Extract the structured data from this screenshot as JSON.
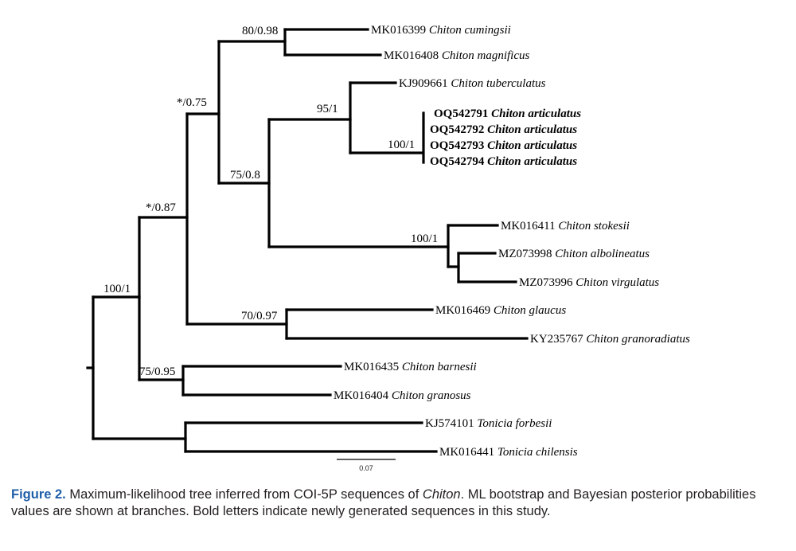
{
  "tree": {
    "supports": {
      "root": "100/1",
      "n1": "*/0.87",
      "n2": "*/0.75",
      "magn": "80/0.98",
      "n4": "75/0.8",
      "tub": "95/1",
      "artic": "100/1",
      "stok": "100/1",
      "glauc": "70/0.97",
      "barn": "75/0.95"
    },
    "tips": [
      {
        "acc": "MK016399",
        "name": "Chiton cumingsii",
        "bold": false
      },
      {
        "acc": "MK016408",
        "name": "Chiton magnificus",
        "bold": false
      },
      {
        "acc": "KJ909661",
        "name": "Chiton tuberculatus",
        "bold": false
      },
      {
        "acc": "OQ542791",
        "name": "Chiton articulatus",
        "bold": true
      },
      {
        "acc": "OQ542792",
        "name": "Chiton articulatus",
        "bold": true
      },
      {
        "acc": "OQ542793",
        "name": "Chiton articulatus",
        "bold": true
      },
      {
        "acc": "OQ542794",
        "name": "Chiton articulatus",
        "bold": true
      },
      {
        "acc": "MK016411",
        "name": "Chiton stokesii",
        "bold": false
      },
      {
        "acc": "MZ073998",
        "name": "Chiton albolineatus",
        "bold": false
      },
      {
        "acc": "MZ073996",
        "name": "Chiton virgulatus",
        "bold": false
      },
      {
        "acc": "MK016469",
        "name": "Chiton glaucus",
        "bold": false
      },
      {
        "acc": "KY235767",
        "name": "Chiton granoradiatus",
        "bold": false
      },
      {
        "acc": "MK016435",
        "name": "Chiton barnesii",
        "bold": false
      },
      {
        "acc": "MK016404",
        "name": "Chiton granosus",
        "bold": false
      },
      {
        "acc": "KJ574101",
        "name": "Tonicia forbesii",
        "bold": false
      },
      {
        "acc": "MK016441",
        "name": "Tonicia chilensis",
        "bold": false
      }
    ],
    "scale_label": "0.07"
  },
  "caption": {
    "label": "Figure 2.",
    "text_before": " Maximum-likelihood tree inferred from COI-5P sequences of ",
    "italic": "Chiton",
    "text_after": ". ML bootstrap and Bayesian posterior probabilities values are shown at branches. Bold letters indicate newly generated sequences in this study."
  }
}
